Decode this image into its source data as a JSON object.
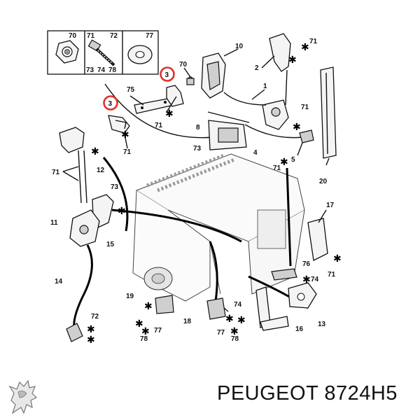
{
  "legend": {
    "headers": [
      "70",
      "71",
      "72",
      "77"
    ],
    "sub_labels": [
      "73",
      "74",
      "78"
    ]
  },
  "callouts": [
    {
      "id": "c3a",
      "text": "3",
      "highlighted": true
    },
    {
      "id": "c3b",
      "text": "3",
      "highlighted": true
    },
    {
      "id": "c70",
      "text": "70"
    },
    {
      "id": "c75",
      "text": "75"
    },
    {
      "id": "c71a",
      "text": "71"
    },
    {
      "id": "c71b",
      "text": "71"
    },
    {
      "id": "c10",
      "text": "10"
    },
    {
      "id": "c2",
      "text": "2"
    },
    {
      "id": "c71c",
      "text": "71"
    },
    {
      "id": "c1",
      "text": "1"
    },
    {
      "id": "c71d",
      "text": "71"
    },
    {
      "id": "c8",
      "text": "8"
    },
    {
      "id": "c73a",
      "text": "73"
    },
    {
      "id": "c4",
      "text": "4"
    },
    {
      "id": "c5",
      "text": "5"
    },
    {
      "id": "c20",
      "text": "20"
    },
    {
      "id": "c71e",
      "text": "71"
    },
    {
      "id": "c12",
      "text": "12"
    },
    {
      "id": "c71f",
      "text": "71"
    },
    {
      "id": "c73b",
      "text": "73"
    },
    {
      "id": "c11",
      "text": "11"
    },
    {
      "id": "c15",
      "text": "15"
    },
    {
      "id": "c14",
      "text": "14"
    },
    {
      "id": "c72",
      "text": "72"
    },
    {
      "id": "c17",
      "text": "17"
    },
    {
      "id": "c71g",
      "text": "71"
    },
    {
      "id": "c76",
      "text": "76"
    },
    {
      "id": "c74a",
      "text": "74"
    },
    {
      "id": "c19",
      "text": "19"
    },
    {
      "id": "c77a",
      "text": "77"
    },
    {
      "id": "c78a",
      "text": "78"
    },
    {
      "id": "c18",
      "text": "18"
    },
    {
      "id": "c74b",
      "text": "74"
    },
    {
      "id": "c77b",
      "text": "77"
    },
    {
      "id": "c78b",
      "text": "78"
    },
    {
      "id": "c16",
      "text": "16"
    },
    {
      "id": "c13",
      "text": "13"
    }
  ],
  "brand": {
    "part_number": "PEUGEOT 8724H5",
    "logo_icon": "peugeot-lion-icon"
  },
  "colors": {
    "highlight": "#e0322a",
    "ink": "#111111"
  }
}
